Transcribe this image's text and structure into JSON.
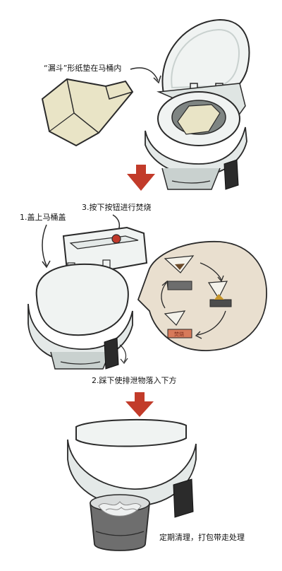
{
  "captions": {
    "step_funnel": "“漏斗”形纸垫在马桶内",
    "step1": "1.盖上马桶盖",
    "step3": "3.按下按钮进行焚烧",
    "step2": "2.踩下使排泄物落入下方",
    "step_final": "定期清理，打包带走处理"
  },
  "mini_label": "焚烧",
  "colors": {
    "porcelain": "#f0f3f2",
    "shadow": "#c9d1cf",
    "outline": "#2a2a2a",
    "paper": "#e9e4c6",
    "arrow_red": "#c23b2a",
    "bubble": "#e9dfcf",
    "pedal": "#2b2b2b",
    "red_button": "#c1392b",
    "bucket": "#6e6e6e"
  }
}
